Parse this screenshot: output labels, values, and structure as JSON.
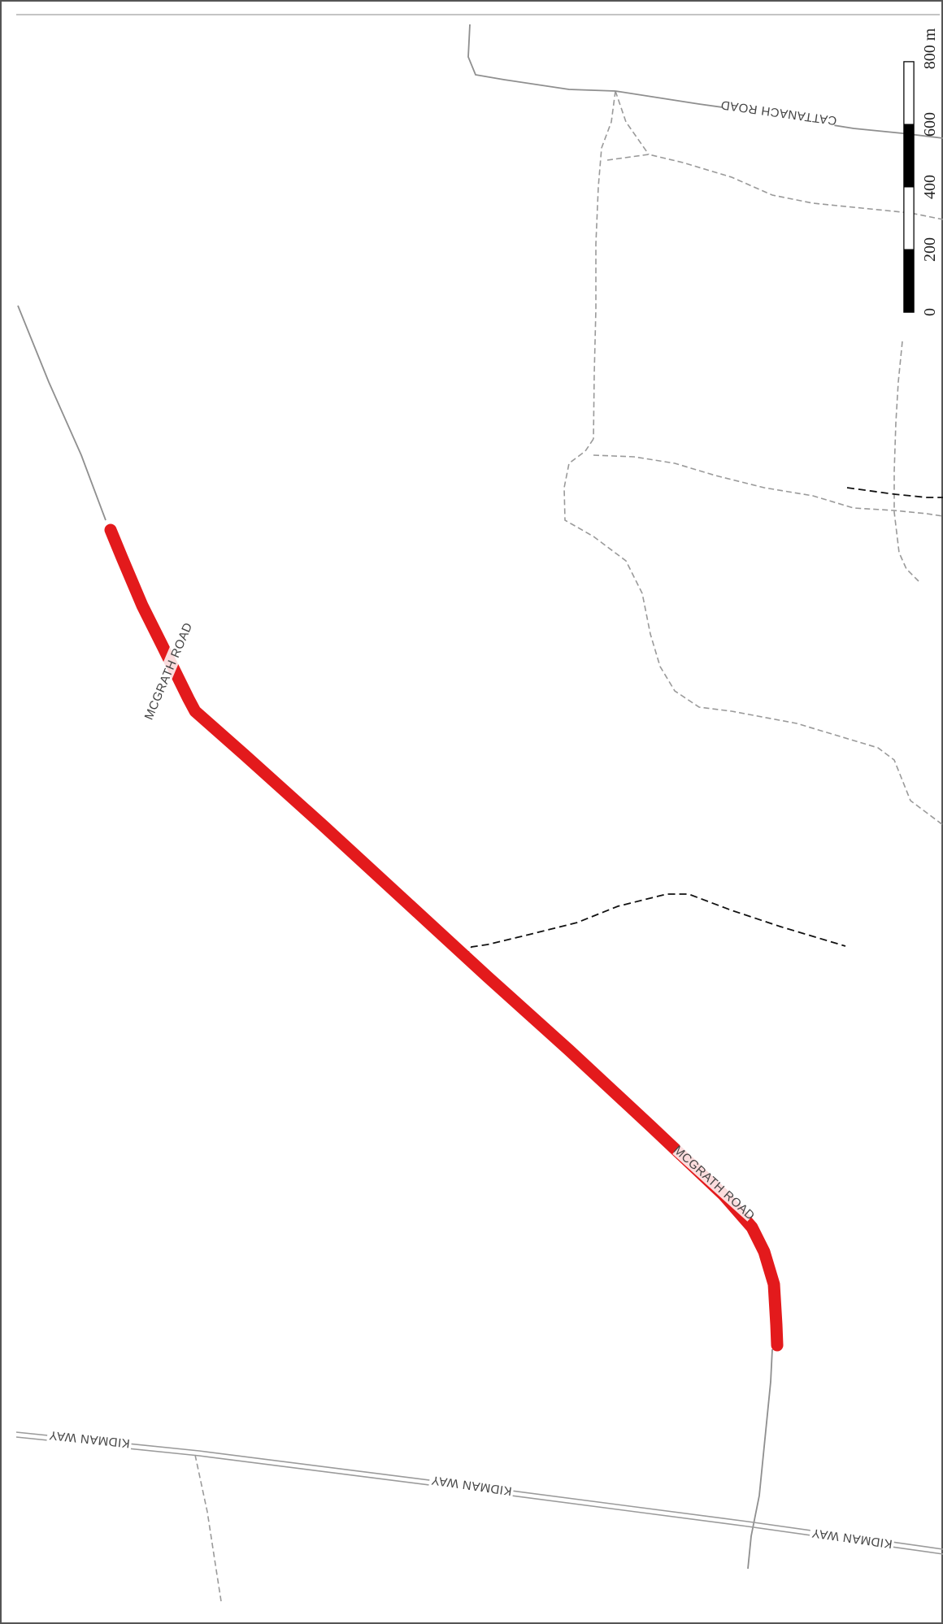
{
  "map": {
    "highlight_color": "#e31a1c",
    "roads": [
      {
        "name": "MCGRATH ROAD",
        "label": "MCGRATH ROAD",
        "highlighted": true
      },
      {
        "name": "KIDMAN WAY",
        "label": "KIDMAN WAY"
      },
      {
        "name": "CATTANACH ROAD",
        "label": "CATTANACH ROAD"
      }
    ],
    "labels": {
      "mcgrath_upper": "MCGRATH ROAD",
      "mcgrath_lower": "MCGRATH ROAD",
      "kidman_1": "KIDMAN WAY",
      "kidman_2": "KIDMAN WAY",
      "kidman_3": "KIDMAN WAY",
      "cattanach": "CATTANACH ROAD"
    },
    "scale_bar": {
      "unit": "m",
      "ticks": [
        "0",
        "200",
        "400",
        "600",
        "800 m"
      ]
    }
  }
}
